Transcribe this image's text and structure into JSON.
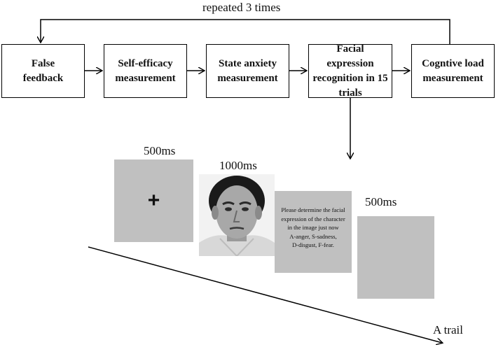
{
  "loop": {
    "label": "repeated 3 times"
  },
  "steps": [
    {
      "label": "False feedback"
    },
    {
      "label": "Self-efficacy measurement"
    },
    {
      "label": "State anxiety measurement"
    },
    {
      "label": "Facial expression recognition in 15 trials"
    },
    {
      "label": "Cogntive load measurement"
    }
  ],
  "trial": {
    "fixation": {
      "duration": "500ms",
      "symbol": "+"
    },
    "face": {
      "duration": "1000ms",
      "icon": "face-photo"
    },
    "instruction": {
      "lines": [
        "Please determine the facial",
        "expression of the character",
        "in the image just now",
        "A-anger, S-sadness,",
        "D-disgust, F-fear."
      ]
    },
    "blank": {
      "duration": "500ms"
    },
    "timeline_label": "A trail"
  }
}
